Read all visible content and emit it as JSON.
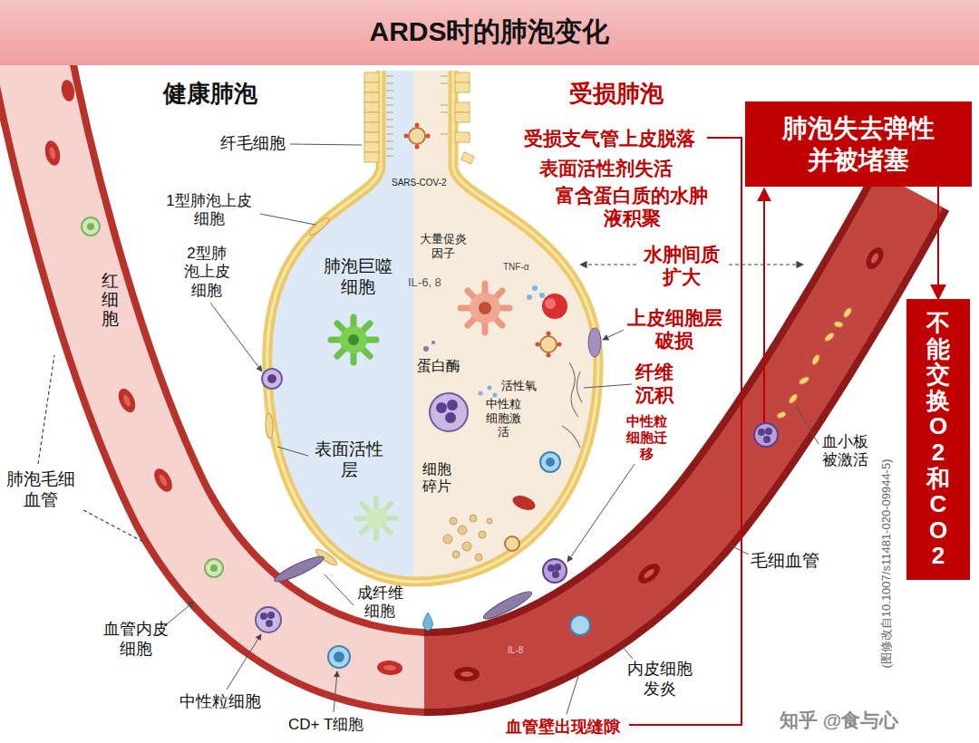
{
  "diagram": {
    "title": "ARDS时的肺泡变化",
    "nodes": [
      {
        "text": [
          "肺泡失去弹性并被堵塞"
        ]
      },
      {
        "text": [
          "不能交换O2和CO2"
        ]
      }
    ],
    "edges": [
      {
        "from": 0,
        "to": 1,
        "arrow": "to"
      }
    ],
    "labels": [
      "健康肺泡",
      "受损肺泡",
      "纤毛细胞",
      "1型肺泡上皮细胞",
      "2型肺泡上皮细胞",
      "红细胞",
      "肺泡巨噬细胞",
      "表面活性层",
      "肺泡毛细血管",
      "成纤维细胞",
      "血管内皮细胞",
      "中性粒细胞",
      "CD+ T细胞",
      "SARS-COV-2",
      "大量促炎因子",
      "IL-6, 8",
      "TNF-α",
      "蛋白酶",
      "活性氧",
      "中性粒细胞激活",
      "细胞碎片",
      "受损支气管上皮脱落",
      "表面活性剂失活",
      "富含蛋白质的水肿液积聚",
      "水肿间质扩大",
      "上皮细胞层破损",
      "纤维沉积",
      "中性粒细胞迁移",
      "血小板被激活",
      "毛细血管",
      "内皮细胞发炎",
      "IL-8",
      "血管壁出现缝隙",
      "知乎 @食与心",
      "(图修改自10.1007/s11481-020-09944-5)"
    ]
  }
}
